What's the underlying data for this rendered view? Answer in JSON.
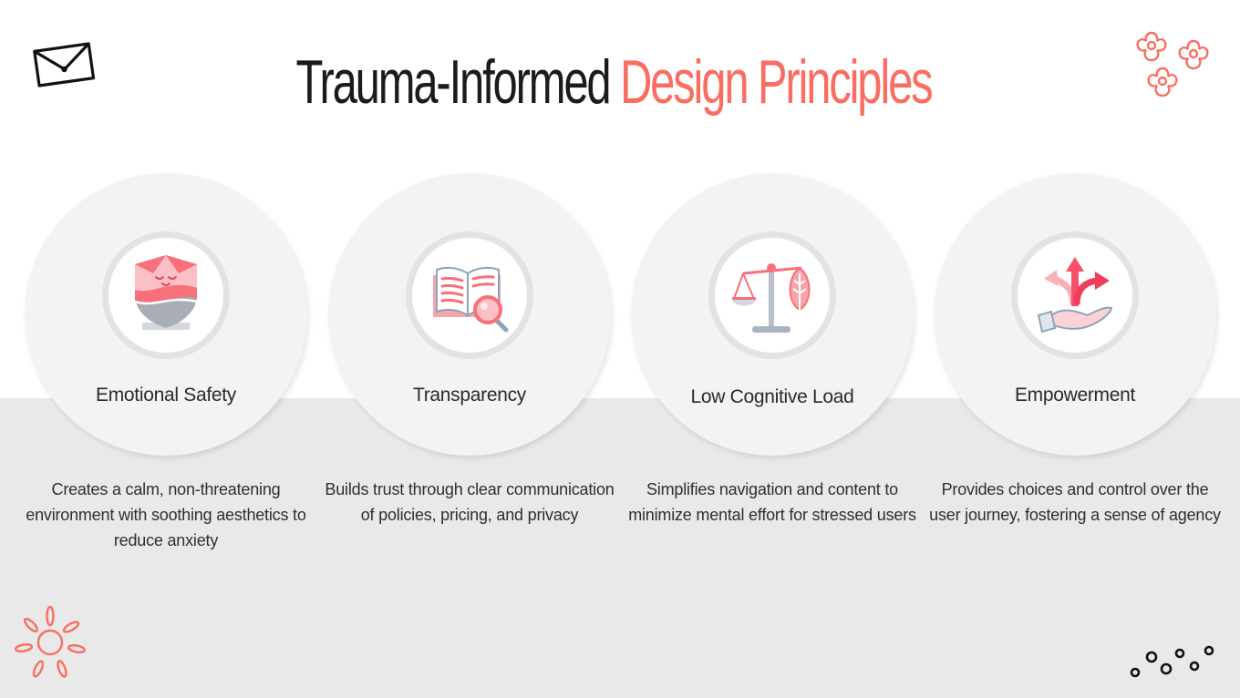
{
  "title": {
    "dark_part": "Trauma-Informed",
    "accent_part": "Design Principles"
  },
  "colors": {
    "accent": "#fa6e62",
    "dark_text": "#1b1b1b",
    "band_gray": "#e9e9e9",
    "circle_fill": "#f3f3f3"
  },
  "principles": [
    {
      "title": "Emotional Safety",
      "icon": "calm-shield-icon",
      "description": "Creates a calm, non-threatening environment with soothing aesthetics to reduce anxiety"
    },
    {
      "title": "Transparency",
      "icon": "book-magnifier-icon",
      "description": "Builds trust through clear communication of policies, pricing, and privacy"
    },
    {
      "title": "Low Cognitive Load",
      "icon": "balance-scale-leaf-icon",
      "description": "Simplifies navigation and content to minimize mental effort for stressed users"
    },
    {
      "title": "Empowerment",
      "icon": "hand-choices-arrows-icon",
      "description": "Provides choices and control over the user journey, fostering a sense of agency"
    }
  ],
  "decorations": [
    "envelope-icon",
    "flowers-icon",
    "sun-icon",
    "dots-icon"
  ]
}
